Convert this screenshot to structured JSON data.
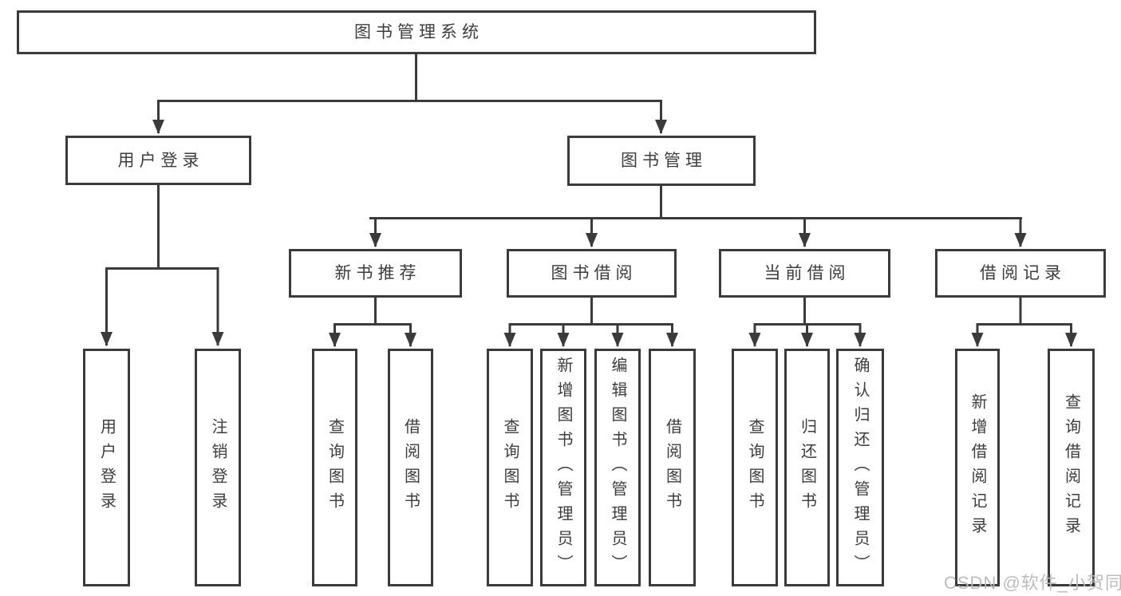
{
  "colors": {
    "line": "#3b3b3b",
    "text": "#3d3d3d",
    "background": "#ffffff",
    "watermark": "#b8b8b8"
  },
  "diagram": {
    "root": {
      "label": "图书管理系统"
    },
    "level2": {
      "user_login": {
        "label": "用户登录"
      },
      "book_mgmt": {
        "label": "图书管理"
      }
    },
    "level3": {
      "new_book": {
        "label": "新书推荐"
      },
      "book_borrow": {
        "label": "图书借阅"
      },
      "current_borrow": {
        "label": "当前借阅"
      },
      "borrow_record": {
        "label": "借阅记录"
      }
    },
    "leaves": {
      "user_login": [
        "用户登录",
        "注销登录"
      ],
      "new_book": [
        "查询图书",
        "借阅图书"
      ],
      "book_borrow": [
        "查询图书",
        "新增图书（管理员）",
        "编辑图书（管理员）",
        "借阅图书"
      ],
      "current_borrow": [
        "查询图书",
        "归还图书",
        "确认归还（管理员）"
      ],
      "borrow_record": [
        "新增借阅记录",
        "查询借阅记录"
      ]
    }
  },
  "watermark": "CSDN @软件_小贺同学"
}
